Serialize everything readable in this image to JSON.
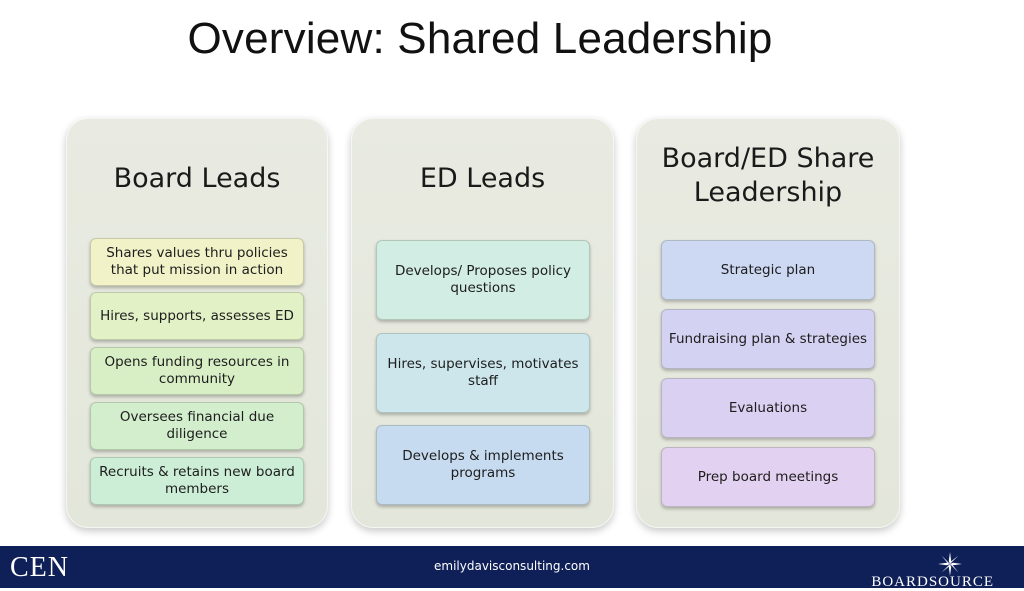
{
  "title": "Overview: Shared Leadership",
  "panels": [
    {
      "heading_lines": [
        "Board Leads"
      ],
      "items": [
        "Shares values thru policies that put mission in action",
        "Hires, supports, assesses ED",
        "Opens funding resources in community",
        "Oversees financial due diligence",
        "Recruits & retains new board members"
      ]
    },
    {
      "heading_lines": [
        "ED Leads"
      ],
      "items": [
        "Develops/ Proposes policy questions",
        "Hires, supervises, motivates staff",
        "Develops & implements programs"
      ]
    },
    {
      "heading_lines": [
        "Board/ED Share",
        "Leadership"
      ],
      "items": [
        "Strategic plan",
        "Fundraising plan & strategies",
        "Evaluations",
        "Prep board meetings"
      ]
    }
  ],
  "footer": {
    "logo": "CEN",
    "url": "emilydavisconsulting.com",
    "brand": "BOARDSOURCE"
  },
  "colors": {
    "panel_bg": "#e3e6da",
    "footer_bg": "#0f1f57",
    "board_boxes": [
      "#f1f2c8",
      "#e3f1c6",
      "#d8efc6",
      "#d2eecd",
      "#cdeed6"
    ],
    "ed_boxes": [
      "#d2ede4",
      "#cde6ec",
      "#c7dbf0"
    ],
    "share_boxes": [
      "#cdd8f3",
      "#d3d2f2",
      "#dad0f1",
      "#e2d1f0"
    ]
  }
}
